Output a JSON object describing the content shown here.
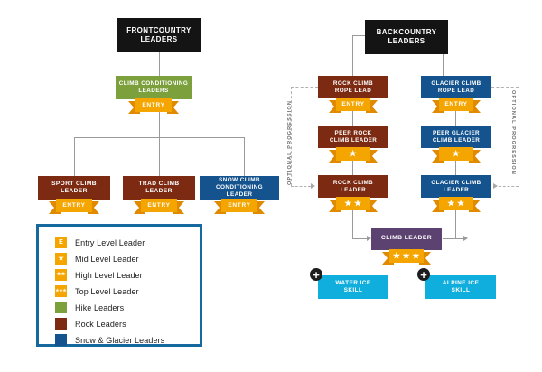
{
  "diagram": {
    "title_frontcountry": "FRONTCOUNTRY\nLEADERS",
    "title_backcountry": "BACKCOUNTRY\nLEADERS"
  },
  "colors": {
    "black": "#141414",
    "hike_green": "#7BA03C",
    "rock_brown": "#7C2A12",
    "snow_blue": "#14538E",
    "climb_leader_purple": "#5C4270",
    "ice_skill_cyan": "#10AEDC",
    "ribbon_orange": "#F5A500",
    "ribbon_tail_orange": "#E08A00",
    "legend_border": "#15699E",
    "connector_grey": "#9a9a9a"
  },
  "frontcountry": {
    "root": {
      "line1": "FRONTCOUNTRY",
      "line2": "LEADERS"
    },
    "conditioning": {
      "line1": "CLIMB CONDITIONING",
      "line2": "LEADERS",
      "badge": "ENTRY"
    },
    "children": [
      {
        "line1": "SPORT CLIMB",
        "line2": "LEADER",
        "badge": "ENTRY",
        "color": "rock"
      },
      {
        "line1": "TRAD CLIMB",
        "line2": "LEADER",
        "badge": "ENTRY",
        "color": "rock"
      },
      {
        "line1": "SNOW CLIMB",
        "line2": "CONDITIONING LEADER",
        "badge": "ENTRY",
        "color": "snow"
      }
    ]
  },
  "backcountry": {
    "root": {
      "line1": "BACKCOUNTRY",
      "line2": "LEADERS"
    },
    "rock_column": [
      {
        "line1": "ROCK CLIMB",
        "line2": "ROPE LEAD",
        "badge": "ENTRY",
        "stars": 0
      },
      {
        "line1": "PEER ROCK",
        "line2": "CLIMB LEADER",
        "badge": "",
        "stars": 1
      },
      {
        "line1": "ROCK CLIMB",
        "line2": "LEADER",
        "badge": "",
        "stars": 2
      }
    ],
    "glacier_column": [
      {
        "line1": "GLACIER CLIMB",
        "line2": "ROPE LEAD",
        "badge": "ENTRY",
        "stars": 0
      },
      {
        "line1": "PEER GLACIER",
        "line2": "CLIMB LEADER",
        "badge": "",
        "stars": 1
      },
      {
        "line1": "GLACIER CLIMB",
        "line2": "LEADER",
        "badge": "",
        "stars": 2
      }
    ],
    "climb_leader": {
      "line1": "CLIMB LEADER",
      "line2": "",
      "badge": "",
      "stars": 3
    },
    "skills": [
      {
        "line1": "WATER ICE",
        "line2": "SKILL",
        "plus": "+"
      },
      {
        "line1": "ALPINE ICE",
        "line2": "SKILL",
        "plus": "+"
      }
    ],
    "optional_progression_left": "OPTIONAL PROGRESSION",
    "optional_progression_right": "OPTIONAL PROGRESSION"
  },
  "legend": {
    "rows": [
      {
        "glyph": "E",
        "label": "Entry Level Leader",
        "swatch": "orange",
        "kind": "letter"
      },
      {
        "glyph": "★",
        "label": "Mid Level Leader",
        "swatch": "orange",
        "kind": "star1"
      },
      {
        "glyph": "★★",
        "label": "High Level Leader",
        "swatch": "orange",
        "kind": "star2"
      },
      {
        "glyph": "★★★",
        "label": "Top Level Leader",
        "swatch": "orange",
        "kind": "star3"
      },
      {
        "glyph": "",
        "label": "Hike Leaders",
        "swatch": "green",
        "kind": "solid"
      },
      {
        "glyph": "",
        "label": "Rock Leaders",
        "swatch": "rock",
        "kind": "solid"
      },
      {
        "glyph": "",
        "label": "Snow & Glacier Leaders",
        "swatch": "snow",
        "kind": "solid"
      }
    ]
  }
}
